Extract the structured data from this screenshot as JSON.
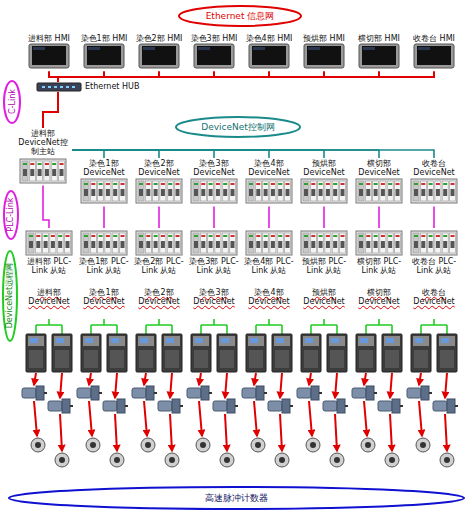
{
  "diagram": {
    "nodes": [
      {
        "text": [
          "Ethernet 信息网"
        ]
      },
      {
        "text": [
          "进料部 HMI"
        ]
      },
      {
        "text": [
          "染色1部 HMI"
        ]
      },
      {
        "text": [
          "染色2部 HMI"
        ]
      },
      {
        "text": [
          "染色3部 HMI"
        ]
      },
      {
        "text": [
          "染色4部 HMI"
        ]
      },
      {
        "text": [
          "预烘部 HMI"
        ]
      },
      {
        "text": [
          "横切部 HMI"
        ]
      },
      {
        "text": [
          "收卷台 HMI"
        ]
      },
      {
        "text": [
          "Ethernet HUB"
        ]
      },
      {
        "text": [
          "C-Link"
        ]
      },
      {
        "text": [
          "进料部 DeviceNet控制主站"
        ]
      },
      {
        "text": [
          "PLC-Link"
        ]
      },
      {
        "text": [
          "DeviceNet控制网"
        ]
      },
      {
        "text": [
          "DeviceNet远程网"
        ]
      },
      {
        "text": [
          "染色1部 DeviceNet"
        ]
      },
      {
        "text": [
          "染色2部 DeviceNet"
        ]
      },
      {
        "text": [
          "染色3部 DeviceNet"
        ]
      },
      {
        "text": [
          "染色4部 DeviceNet"
        ]
      },
      {
        "text": [
          "预烘部 DeviceNet"
        ]
      },
      {
        "text": [
          "横切部 DeviceNet"
        ]
      },
      {
        "text": [
          "收卷台 DeviceNet"
        ]
      },
      {
        "text": [
          "进料部 PLC-Link 从站"
        ]
      },
      {
        "text": [
          "染色1部 PLC-Link 从站"
        ]
      },
      {
        "text": [
          "染色2部 PLC-Link 从站"
        ]
      },
      {
        "text": [
          "染色3部 PLC-Link 从站"
        ]
      },
      {
        "text": [
          "染色4部 PLC-Link 从站"
        ]
      },
      {
        "text": [
          "预烘部 PLC-Link 从站"
        ]
      },
      {
        "text": [
          "横切部 PLC-Link 从站"
        ]
      },
      {
        "text": [
          "收卷台 PLC-Link 从站"
        ]
      },
      {
        "text": [
          "高速脉冲计数器"
        ]
      }
    ],
    "edges": [
      {
        "from": 1,
        "to": 9,
        "arrow": "none"
      },
      {
        "from": 2,
        "to": 9,
        "arrow": "none"
      },
      {
        "from": 3,
        "to": 9,
        "arrow": "none"
      },
      {
        "from": 4,
        "to": 9,
        "arrow": "none"
      },
      {
        "from": 5,
        "to": 9,
        "arrow": "none"
      },
      {
        "from": 6,
        "to": 9,
        "arrow": "none"
      },
      {
        "from": 7,
        "to": 9,
        "arrow": "none"
      },
      {
        "from": 8,
        "to": 9,
        "arrow": "none"
      },
      {
        "from": 9,
        "to": 11,
        "arrow": "none"
      },
      {
        "from": 11,
        "to": 15,
        "arrow": "none"
      },
      {
        "from": 11,
        "to": 16,
        "arrow": "none"
      },
      {
        "from": 11,
        "to": 17,
        "arrow": "none"
      },
      {
        "from": 11,
        "to": 18,
        "arrow": "none"
      },
      {
        "from": 11,
        "to": 19,
        "arrow": "none"
      },
      {
        "from": 11,
        "to": 20,
        "arrow": "none"
      },
      {
        "from": 11,
        "to": 21,
        "arrow": "none"
      },
      {
        "from": 11,
        "to": 22,
        "arrow": "none"
      },
      {
        "from": 15,
        "to": 23,
        "arrow": "none"
      },
      {
        "from": 16,
        "to": 24,
        "arrow": "none"
      },
      {
        "from": 17,
        "to": 25,
        "arrow": "none"
      },
      {
        "from": 18,
        "to": 26,
        "arrow": "none"
      },
      {
        "from": 19,
        "to": 27,
        "arrow": "none"
      },
      {
        "from": 20,
        "to": 28,
        "arrow": "none"
      },
      {
        "from": 21,
        "to": 29,
        "arrow": "none"
      }
    ],
    "labels": [
      "进料部 DeviceNet",
      "染色1部 DeviceNet",
      "染色2部 DeviceNet",
      "染色3部 DeviceNet",
      "染色4部 DeviceNet",
      "预烘部 DeviceNet",
      "横切部 DeviceNet",
      "收卷台 DeviceNet"
    ]
  }
}
